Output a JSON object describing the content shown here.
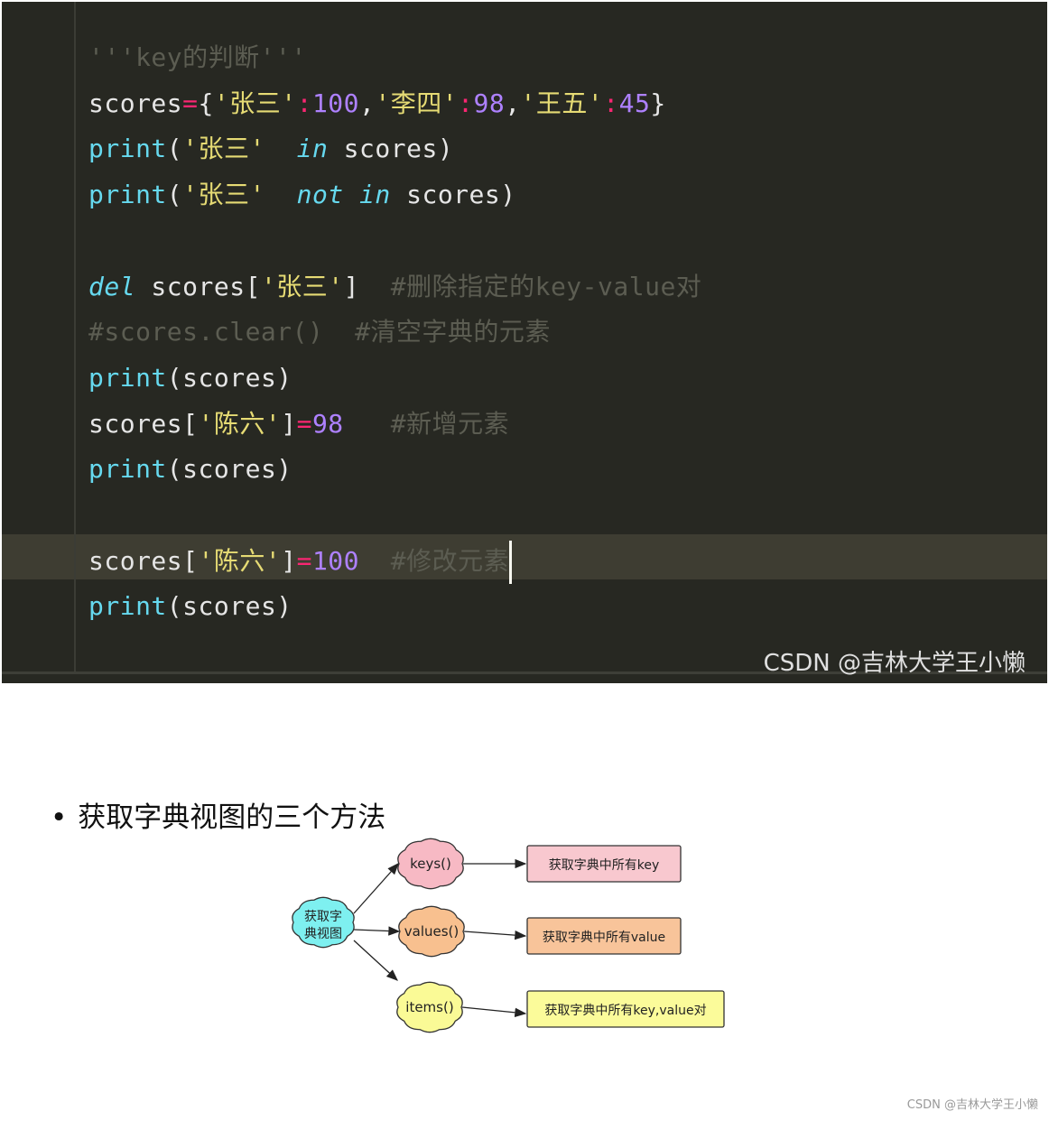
{
  "editor": {
    "lines": [
      {
        "row": 0,
        "tokens": [
          [
            "cmt",
            "'''key的判断'''"
          ]
        ]
      },
      {
        "row": 1,
        "tokens": [
          [
            "plain",
            "scores"
          ],
          [
            "op",
            "="
          ],
          [
            "plain",
            "{"
          ],
          [
            "str",
            "'张三'"
          ],
          [
            "op",
            ":"
          ],
          [
            "num",
            "100"
          ],
          [
            "plain",
            ","
          ],
          [
            "str",
            "'李四'"
          ],
          [
            "op",
            ":"
          ],
          [
            "num",
            "98"
          ],
          [
            "plain",
            ","
          ],
          [
            "str",
            "'王五'"
          ],
          [
            "op",
            ":"
          ],
          [
            "num",
            "45"
          ],
          [
            "plain",
            "}"
          ]
        ]
      },
      {
        "row": 2,
        "tokens": [
          [
            "func",
            "print"
          ],
          [
            "plain",
            "("
          ],
          [
            "str",
            "'张三' "
          ],
          [
            "kw",
            " in"
          ],
          [
            "plain",
            " scores)"
          ]
        ]
      },
      {
        "row": 3,
        "tokens": [
          [
            "func",
            "print"
          ],
          [
            "plain",
            "("
          ],
          [
            "str",
            "'张三' "
          ],
          [
            "kw",
            " not in"
          ],
          [
            "plain",
            " scores)"
          ]
        ]
      },
      {
        "row": 5,
        "tokens": [
          [
            "del",
            "del"
          ],
          [
            "plain",
            " scores["
          ],
          [
            "str",
            "'张三'"
          ],
          [
            "plain",
            "]  "
          ],
          [
            "cmt",
            "#删除指定的key-value对"
          ]
        ]
      },
      {
        "row": 6,
        "tokens": [
          [
            "cmt",
            "#scores.clear()  #清空字典的元素"
          ]
        ]
      },
      {
        "row": 7,
        "tokens": [
          [
            "func",
            "print"
          ],
          [
            "plain",
            "(scores)"
          ]
        ]
      },
      {
        "row": 8,
        "tokens": [
          [
            "plain",
            "scores["
          ],
          [
            "str",
            "'陈六'"
          ],
          [
            "plain",
            "]"
          ],
          [
            "op",
            "="
          ],
          [
            "num",
            "98"
          ],
          [
            "plain",
            "   "
          ],
          [
            "cmt",
            "#新增元素"
          ]
        ]
      },
      {
        "row": 9,
        "tokens": [
          [
            "func",
            "print"
          ],
          [
            "plain",
            "(scores)"
          ]
        ]
      },
      {
        "row": 11,
        "tokens": [
          [
            "plain",
            "scores["
          ],
          [
            "str",
            "'陈六'"
          ],
          [
            "plain",
            "]"
          ],
          [
            "op",
            "="
          ],
          [
            "num",
            "100"
          ],
          [
            "plain",
            "  "
          ],
          [
            "cmt",
            "#修改元素"
          ]
        ],
        "cursor": true
      },
      {
        "row": 12,
        "tokens": [
          [
            "func",
            "print"
          ],
          [
            "plain",
            "(scores)"
          ]
        ]
      }
    ],
    "watermark": "CSDN @吉林大学王小懒"
  },
  "section": {
    "bullet": "•",
    "heading": "获取字典视图的三个方法"
  },
  "diagram": {
    "root": {
      "line1": "获取字",
      "line2": "典视图",
      "color": "#7ef0f0"
    },
    "methods": [
      {
        "name": "keys()",
        "color": "#f7b9c4",
        "desc": "获取字典中所有key",
        "desc_color": "#f8c8cf"
      },
      {
        "name": "values()",
        "color": "#f8c08f",
        "desc": "获取字典中所有value",
        "desc_color": "#f8c49a"
      },
      {
        "name": "items()",
        "color": "#fafa96",
        "desc": "获取字典中所有key,value对",
        "desc_color": "#fbfb9a"
      }
    ]
  },
  "footer": {
    "watermark": "CSDN @吉林大学王小懒"
  }
}
